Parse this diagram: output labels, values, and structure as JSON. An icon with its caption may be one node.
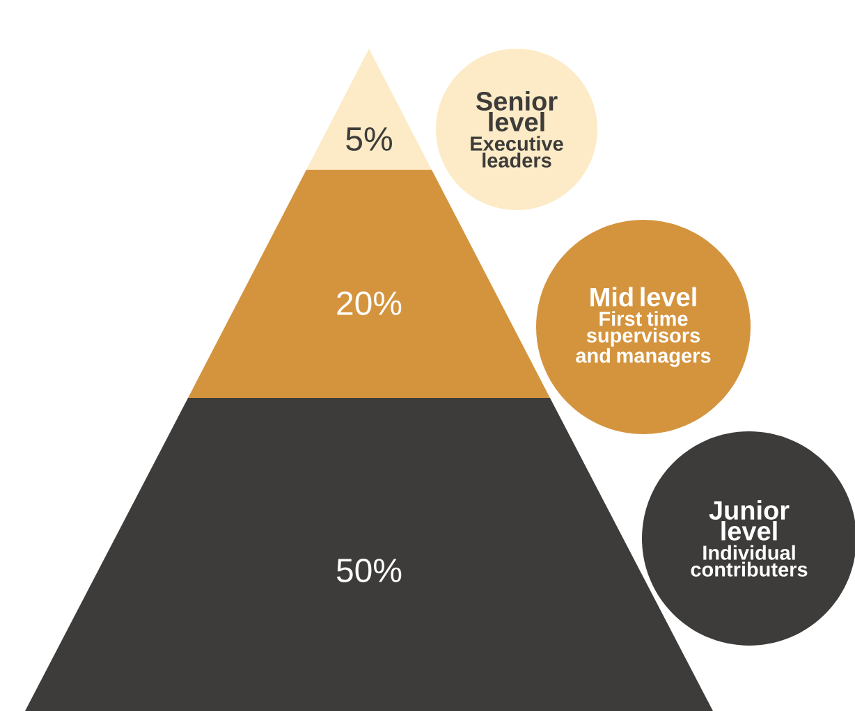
{
  "diagram": {
    "nodes": [
      {
        "text": [
          "5%"
        ]
      },
      {
        "text": [
          "Senior level",
          "Executive leaders"
        ]
      },
      {
        "text": [
          "20%"
        ]
      },
      {
        "text": [
          "Mid level",
          "First time supervisors and managers"
        ]
      },
      {
        "text": [
          "50%"
        ]
      },
      {
        "text": [
          "Junior level",
          "Individual contributers"
        ]
      }
    ]
  }
}
